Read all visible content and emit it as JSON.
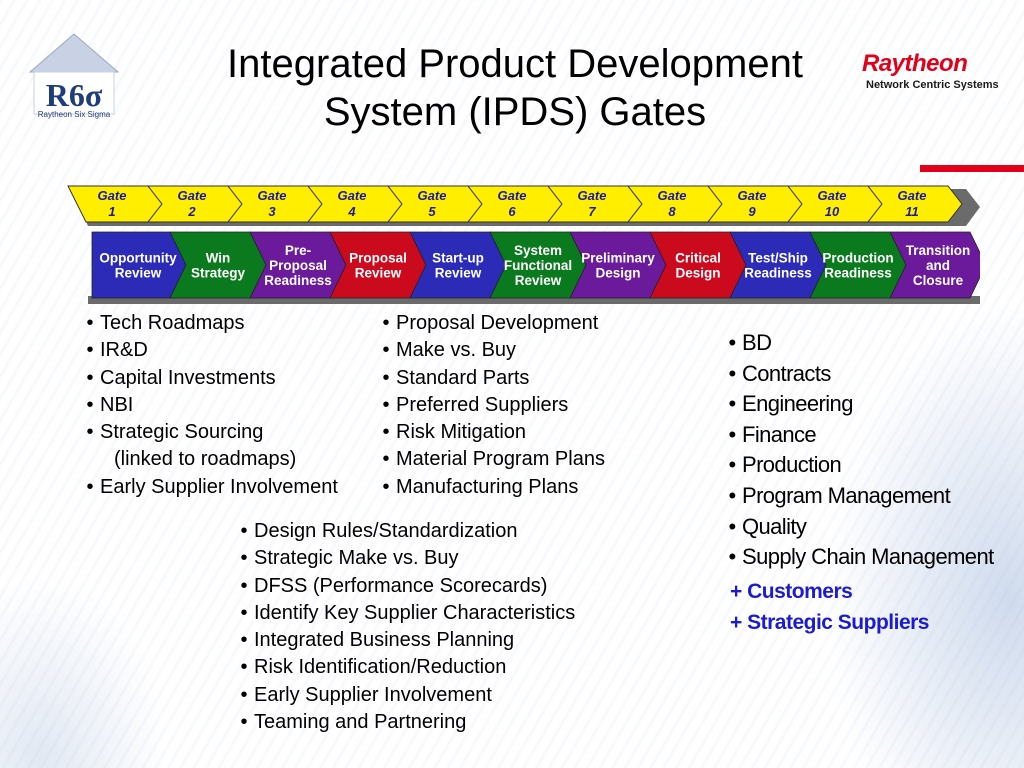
{
  "title_line1": "Integrated Product Development",
  "title_line2": "System (IPDS) Gates",
  "logo": {
    "mark": "R6σ",
    "tagline": "Raytheon Six Sigma"
  },
  "brand": {
    "name": "Raytheon",
    "division": "Network Centric Systems",
    "color": "#e2001a"
  },
  "gates": [
    {
      "line1": "Gate",
      "line2": "1"
    },
    {
      "line1": "Gate",
      "line2": "2"
    },
    {
      "line1": "Gate",
      "line2": "3"
    },
    {
      "line1": "Gate",
      "line2": "4"
    },
    {
      "line1": "Gate",
      "line2": "5"
    },
    {
      "line1": "Gate",
      "line2": "6"
    },
    {
      "line1": "Gate",
      "line2": "7"
    },
    {
      "line1": "Gate",
      "line2": "8"
    },
    {
      "line1": "Gate",
      "line2": "9"
    },
    {
      "line1": "Gate",
      "line2": "10"
    },
    {
      "line1": "Gate",
      "line2": "11"
    }
  ],
  "gate_fill": "#ffee00",
  "phases": [
    {
      "lines": [
        "Opportunity",
        "Review"
      ],
      "color": "#2b2bb8"
    },
    {
      "lines": [
        "Win",
        "Strategy"
      ],
      "color": "#0b7a1e"
    },
    {
      "lines": [
        "Pre-",
        "Proposal",
        "Readiness"
      ],
      "color": "#6a1a9a"
    },
    {
      "lines": [
        "Proposal",
        "Review"
      ],
      "color": "#cc0a1e"
    },
    {
      "lines": [
        "Start-up",
        "Review"
      ],
      "color": "#2b2bb8"
    },
    {
      "lines": [
        "System",
        "Functional",
        "Review"
      ],
      "color": "#0b7a1e"
    },
    {
      "lines": [
        "Preliminary",
        "Design"
      ],
      "color": "#6a1a9a"
    },
    {
      "lines": [
        "Critical",
        "Design"
      ],
      "color": "#cc0a1e"
    },
    {
      "lines": [
        "Test/Ship",
        "Readiness"
      ],
      "color": "#2b2bb8"
    },
    {
      "lines": [
        "Production",
        "Readiness"
      ],
      "color": "#0b7a1e"
    },
    {
      "lines": [
        "Transition",
        "and",
        "Closure"
      ],
      "color": "#6a1a9a"
    }
  ],
  "list_a": [
    {
      "text": "Tech Roadmaps"
    },
    {
      "text": "IR&D"
    },
    {
      "text": "Capital Investments"
    },
    {
      "text": "NBI"
    },
    {
      "text": "Strategic Sourcing"
    },
    {
      "text": "(linked to roadmaps)",
      "continuation": true
    },
    {
      "text": "Early Supplier Involvement"
    }
  ],
  "list_b": [
    "Proposal Development",
    "Make vs. Buy",
    "Standard Parts",
    "Preferred Suppliers",
    "Risk Mitigation",
    "Material Program Plans",
    "Manufacturing Plans"
  ],
  "list_c": [
    "Design Rules/Standardization",
    "Strategic Make vs. Buy",
    "DFSS (Performance Scorecards)",
    "Identify Key Supplier Characteristics",
    "Integrated Business Planning",
    "Risk Identification/Reduction",
    "Early Supplier Involvement",
    "Teaming and Partnering"
  ],
  "list_d": [
    "BD",
    "Contracts",
    "Engineering",
    "Finance",
    "Production",
    "Program Management",
    "Quality",
    "Supply Chain Management"
  ],
  "extras": [
    "+ Customers",
    "+ Strategic Suppliers"
  ],
  "extras_color": "#1b1bd0"
}
